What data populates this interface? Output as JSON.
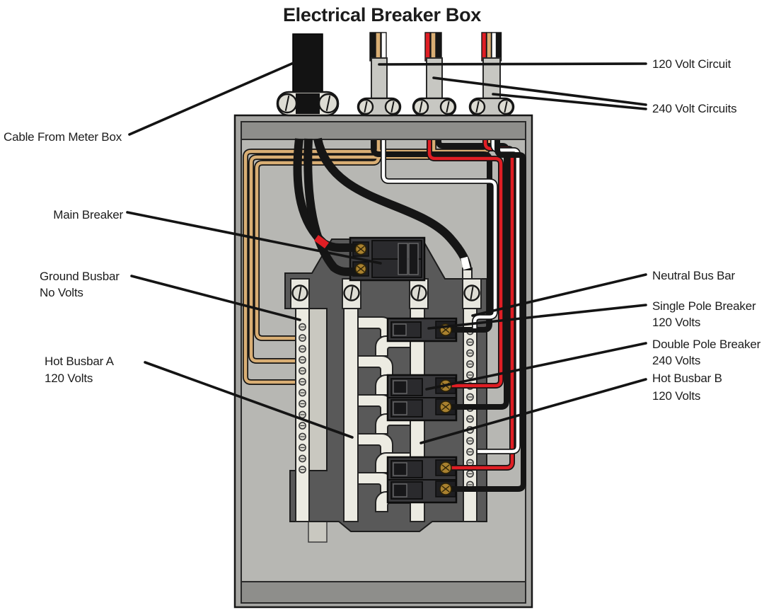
{
  "title": "Electrical Breaker Box",
  "labels": {
    "cable_from_meter_box": "Cable From Meter Box",
    "volt120_circuit": "120 Volt Circuit",
    "volt240_circuits": "240 Volt Circuits",
    "main_breaker": "Main Breaker",
    "ground_busbar": [
      "Ground Busbar",
      "No Volts"
    ],
    "hot_busbar_a": [
      "Hot Busbar A",
      "120 Volts"
    ],
    "neutral_bus_bar": "Neutral Bus Bar",
    "single_pole_breaker": [
      "Single Pole Breaker",
      "120 Volts"
    ],
    "double_pole_breaker": [
      "Double Pole Breaker",
      "240 Volts"
    ],
    "hot_busbar_b": [
      "Hot Busbar B",
      "120 Volts"
    ]
  },
  "busbar_terminal_counts": {
    "ground": 14,
    "neutral": 15
  },
  "colors": {
    "frame": "#a5a5a2",
    "rail": "#8e8e8b",
    "interior": "#b7b7b3",
    "panel": "#595959",
    "strip": "#c9c8c0",
    "busbar": "#ecebe2",
    "clamp": "#e8e7df",
    "conduit": "#c7c7c2",
    "screwface": "#dddcd3",
    "copper": "#d9ae74",
    "wire_red": "#e01e24",
    "wire_black": "#151515",
    "wire_white": "#ffffff",
    "breaker_dark": "#39393c",
    "breaker_body": "#2a2a2d",
    "handle": "#171719",
    "brass": "#a9812f"
  }
}
